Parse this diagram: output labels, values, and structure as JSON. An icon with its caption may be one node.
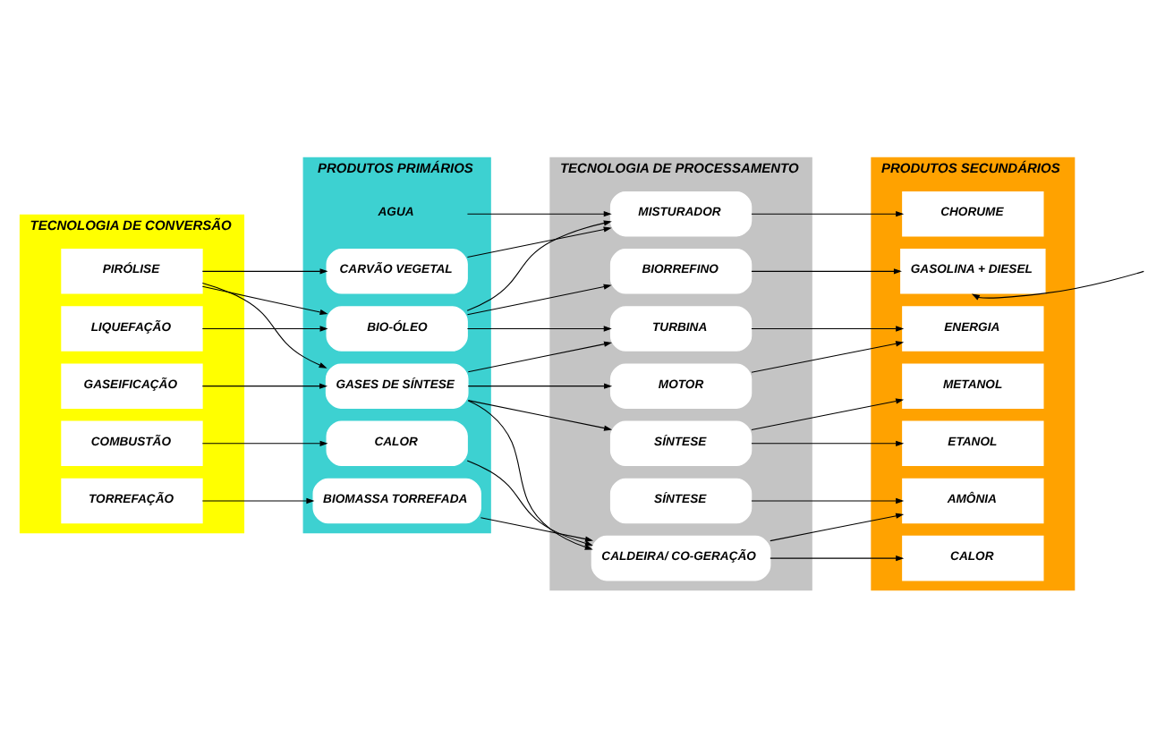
{
  "diagram": {
    "nodes": [
      {
        "text": [
          "TECNOLOGIA DE CONVERSÃO"
        ]
      },
      {
        "text": [
          "PIRÓLISE"
        ],
        "in": 0
      },
      {
        "text": [
          "LIQUEFAÇÃO"
        ],
        "in": 0
      },
      {
        "text": [
          "GASEIFICAÇÃO"
        ],
        "in": 0
      },
      {
        "text": [
          "COMBUSTÃO"
        ],
        "in": 0
      },
      {
        "text": [
          "TORREFAÇÃO"
        ],
        "in": 0
      },
      {
        "text": [
          "PRODUTOS PRIMÁRIOS"
        ]
      },
      {
        "text": [
          "AGUA"
        ],
        "in": 6
      },
      {
        "text": [
          "CARVÃO VEGETAL"
        ],
        "in": 6
      },
      {
        "text": [
          "BIO-ÓLEO"
        ],
        "in": 6
      },
      {
        "text": [
          "GASES DE SÍNTESE"
        ],
        "in": 6
      },
      {
        "text": [
          "CALOR"
        ],
        "in": 6
      },
      {
        "text": [
          "BIOMASSA TORREFADA"
        ],
        "in": 6
      },
      {
        "text": [
          "TECNOLOGIA DE PROCESSAMENTO"
        ]
      },
      {
        "text": [
          "MISTURADOR"
        ],
        "in": 13
      },
      {
        "text": [
          "BIORREFINO"
        ],
        "in": 13
      },
      {
        "text": [
          "TURBINA"
        ],
        "in": 13
      },
      {
        "text": [
          "SÍNTESE"
        ],
        "in": 13
      },
      {
        "text": [
          "MOTOR"
        ],
        "in": 13
      },
      {
        "text": [
          "SÍNTESE"
        ],
        "in": 13
      },
      {
        "text": [
          "CALDEIRA/ CO-GERAÇÃO"
        ],
        "in": 13
      },
      {
        "text": [
          "PRODUTOS SECUNDÁRIOS"
        ]
      },
      {
        "text": [
          "CHORUME"
        ],
        "in": 21
      },
      {
        "text": [
          "GASOLINA + DIESEL"
        ],
        "in": 21
      },
      {
        "text": [
          "METANOL"
        ],
        "in": 21
      },
      {
        "text": [
          "ETANOL"
        ],
        "in": 21
      },
      {
        "text": [
          "ENERGIA"
        ],
        "in": 21
      },
      {
        "text": [
          "AMÔNIA"
        ],
        "in": 21
      },
      {
        "text": [
          "CALOR"
        ],
        "in": 21
      }
    ],
    "edges": [
      {
        "from": 1,
        "to": 8,
        "arrow": "to"
      },
      {
        "from": 1,
        "to": 9,
        "arrow": "to"
      },
      {
        "from": 1,
        "to": 10,
        "arrow": "to"
      },
      {
        "from": 2,
        "to": 9,
        "arrow": "to"
      },
      {
        "from": 3,
        "to": 10,
        "arrow": "to"
      },
      {
        "from": 4,
        "to": 11,
        "arrow": "to"
      },
      {
        "from": 5,
        "to": 12,
        "arrow": "to"
      },
      {
        "from": 7,
        "to": 14,
        "arrow": "to"
      },
      {
        "from": 8,
        "to": 14,
        "arrow": "to"
      },
      {
        "from": 9,
        "to": 14,
        "arrow": "to"
      },
      {
        "from": 9,
        "to": 15,
        "arrow": "to"
      },
      {
        "from": 9,
        "to": 16,
        "arrow": "to"
      },
      {
        "from": 10,
        "to": 16,
        "arrow": "to"
      },
      {
        "from": 10,
        "to": 17,
        "arrow": "to"
      },
      {
        "from": 10,
        "to": 18,
        "arrow": "to"
      },
      {
        "from": 10,
        "to": 20,
        "arrow": "to"
      },
      {
        "from": 11,
        "to": 20,
        "arrow": "to"
      },
      {
        "from": 12,
        "to": 20,
        "arrow": "to"
      },
      {
        "from": 14,
        "to": 22,
        "arrow": "to"
      },
      {
        "from": 15,
        "to": 23,
        "arrow": "to"
      },
      {
        "from": 16,
        "to": 26,
        "arrow": "to"
      },
      {
        "from": 17,
        "to": 24,
        "arrow": "to"
      },
      {
        "from": 17,
        "to": 25,
        "arrow": "to"
      },
      {
        "from": 18,
        "to": 26,
        "arrow": "to"
      },
      {
        "from": 19,
        "to": 27,
        "arrow": "to"
      },
      {
        "from": 20,
        "to": 27,
        "arrow": "to"
      },
      {
        "from": 20,
        "to": 28,
        "arrow": "to"
      },
      {
        "from": null,
        "to": 23,
        "arrow": "to"
      }
    ]
  }
}
